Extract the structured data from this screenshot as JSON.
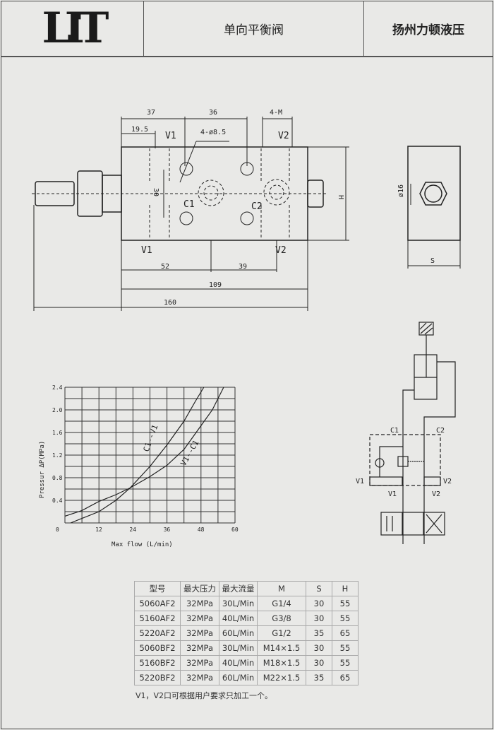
{
  "header": {
    "logo": "LIT",
    "title": "单向平衡阀",
    "company": "扬州力顿液压"
  },
  "drawing": {
    "dims": {
      "d37": "37",
      "d36": "36",
      "d4m": "4-M",
      "d195": "19.5",
      "holes": "4-ø8.5",
      "d30": "30",
      "d52": "52",
      "d39": "39",
      "d109": "109",
      "d160": "160",
      "h": "H",
      "phi16": "ø16",
      "s": "S"
    },
    "ports": {
      "v1": "V1",
      "v2": "V2",
      "c1": "C1",
      "c2": "C2"
    }
  },
  "chart_data": {
    "type": "line",
    "xlabel": "Max  flow (L/min)",
    "ylabel": "Pressur  ΔP(MPa)",
    "xlim": [
      0,
      60
    ],
    "ylim": [
      0,
      2.4
    ],
    "xticks": [
      "0",
      "12",
      "24",
      "36",
      "48",
      "60"
    ],
    "yticks": [
      "0.4",
      "0.8",
      "1.2",
      "1.6",
      "2.0",
      "2.4"
    ],
    "grid": true,
    "series": [
      {
        "name": "C1--V1",
        "x": [
          2,
          6,
          12,
          18,
          23,
          30,
          36,
          42,
          46,
          49
        ],
        "y": [
          0,
          0.08,
          0.2,
          0.4,
          0.62,
          1.0,
          1.38,
          1.8,
          2.15,
          2.4
        ]
      },
      {
        "name": "V1--C1",
        "x": [
          0,
          6,
          12,
          18,
          23,
          30,
          36,
          42,
          48,
          52,
          56
        ],
        "y": [
          0.12,
          0.22,
          0.38,
          0.5,
          0.62,
          0.82,
          1.02,
          1.3,
          1.72,
          2.0,
          2.4
        ]
      }
    ]
  },
  "schematic": {
    "c1": "C1",
    "c2": "C2",
    "v1": "V1",
    "v2": "V2"
  },
  "table": {
    "headers": [
      "型号",
      "最大压力",
      "最大流量",
      "M",
      "S",
      "H"
    ],
    "rows": [
      [
        "5060AF2",
        "32MPa",
        "30L/Min",
        "G1/4",
        "30",
        "55"
      ],
      [
        "5160AF2",
        "32MPa",
        "40L/Min",
        "G3/8",
        "30",
        "55"
      ],
      [
        "5220AF2",
        "32MPa",
        "60L/Min",
        "G1/2",
        "35",
        "65"
      ],
      [
        "5060BF2",
        "32MPa",
        "30L/Min",
        "M14×1.5",
        "30",
        "55"
      ],
      [
        "5160BF2",
        "32MPa",
        "40L/Min",
        "M18×1.5",
        "30",
        "55"
      ],
      [
        "5220BF2",
        "32MPa",
        "60L/Min",
        "M22×1.5",
        "35",
        "65"
      ]
    ],
    "note": "V1，V2口可根据用户要求只加工一个。"
  }
}
